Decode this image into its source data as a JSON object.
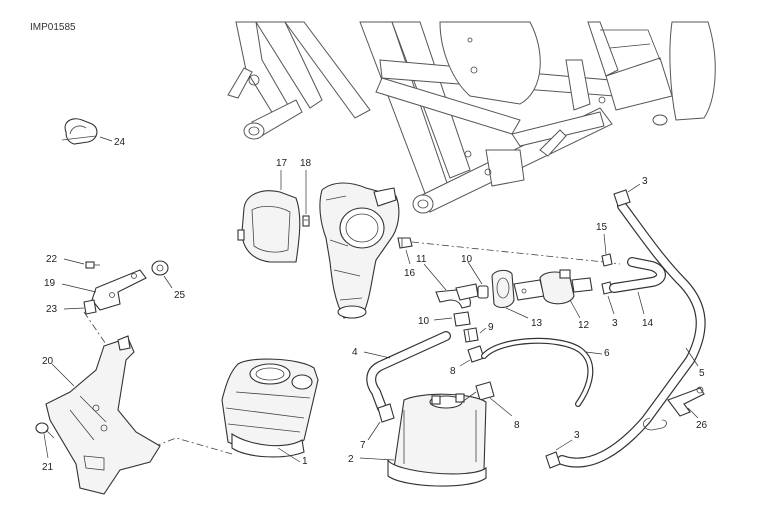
{
  "diagram": {
    "code": "IMP01585",
    "labels": {
      "p1": "1",
      "p2": "2",
      "p3a": "3",
      "p3b": "3",
      "p3c": "3",
      "p4": "4",
      "p5": "5",
      "p6": "6",
      "p7": "7",
      "p8a": "8",
      "p8b": "8",
      "p9": "9",
      "p10a": "10",
      "p10b": "10",
      "p11": "11",
      "p12": "12",
      "p13": "13",
      "p14": "14",
      "p15": "15",
      "p16": "16",
      "p17": "17",
      "p18": "18",
      "p19": "19",
      "p20": "20",
      "p21": "21",
      "p22": "22",
      "p23": "23",
      "p24": "24",
      "p25": "25",
      "p26": "26"
    }
  }
}
